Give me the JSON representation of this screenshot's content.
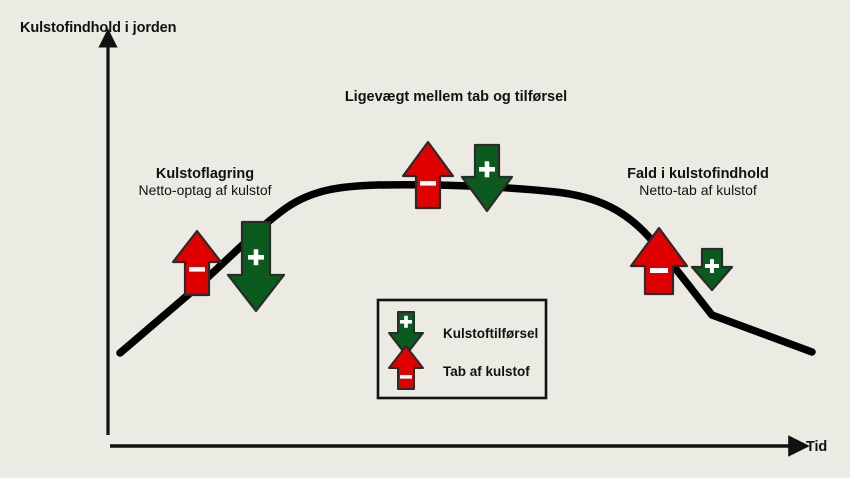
{
  "figure": {
    "background_color": "#ECEBE3",
    "line_color": "#000000",
    "positive_color": "#0B5A1E",
    "negative_color": "#E00000",
    "glyph_color": "#FFFFFF"
  },
  "axes": {
    "y_label": "Kulstofindhold i jorden",
    "x_label": "Tid"
  },
  "annotations": [
    {
      "id": "left",
      "title": "Kulstoflagring",
      "subtitle": "Netto-optag af kulstof"
    },
    {
      "id": "center",
      "title": "Ligevægt mellem tab og tilførsel",
      "subtitle": ""
    },
    {
      "id": "right",
      "title": "Fald i kulstofindhold",
      "subtitle": "Netto-tab af kulstof"
    }
  ],
  "arrow_pairs": [
    {
      "id": "left-pair",
      "loss_glyph": "−",
      "gain_glyph": "+",
      "loss_size": "small",
      "gain_size": "large"
    },
    {
      "id": "center-pair",
      "loss_glyph": "−",
      "gain_glyph": "+",
      "loss_size": "medium",
      "gain_size": "medium"
    },
    {
      "id": "right-pair",
      "loss_glyph": "−",
      "gain_glyph": "+",
      "loss_size": "large",
      "gain_size": "small"
    }
  ],
  "legend": {
    "items": [
      {
        "glyph": "+",
        "label": "Kulstoftilførsel",
        "direction": "down",
        "color": "#0B5A1E"
      },
      {
        "glyph": "−",
        "label": "Tab af kulstof",
        "direction": "up",
        "color": "#E00000"
      }
    ]
  },
  "chart_data": {
    "type": "line",
    "title": "",
    "xlabel": "Tid",
    "ylabel": "Kulstofindhold i jorden",
    "grid": false,
    "legend_position": "center",
    "x": [
      0,
      10,
      20,
      30,
      40,
      50,
      60,
      70,
      80,
      90,
      100
    ],
    "y": [
      8,
      20,
      34,
      48,
      62,
      70,
      72,
      71,
      64,
      48,
      26
    ],
    "series": [
      {
        "name": "Kulstofindhold i jorden over tid",
        "values": [
          8,
          20,
          34,
          48,
          62,
          70,
          72,
          71,
          64,
          48,
          26
        ]
      }
    ],
    "annotations": [
      {
        "x": 17,
        "label": "Kulstoflagring / Netto-optag af kulstof"
      },
      {
        "x": 50,
        "label": "Ligevægt mellem tab og tilførsel"
      },
      {
        "x": 85,
        "label": "Fald i kulstofindhold / Netto-tab af kulstof"
      }
    ],
    "xlim": [
      0,
      100
    ],
    "ylim": [
      0,
      100
    ]
  }
}
